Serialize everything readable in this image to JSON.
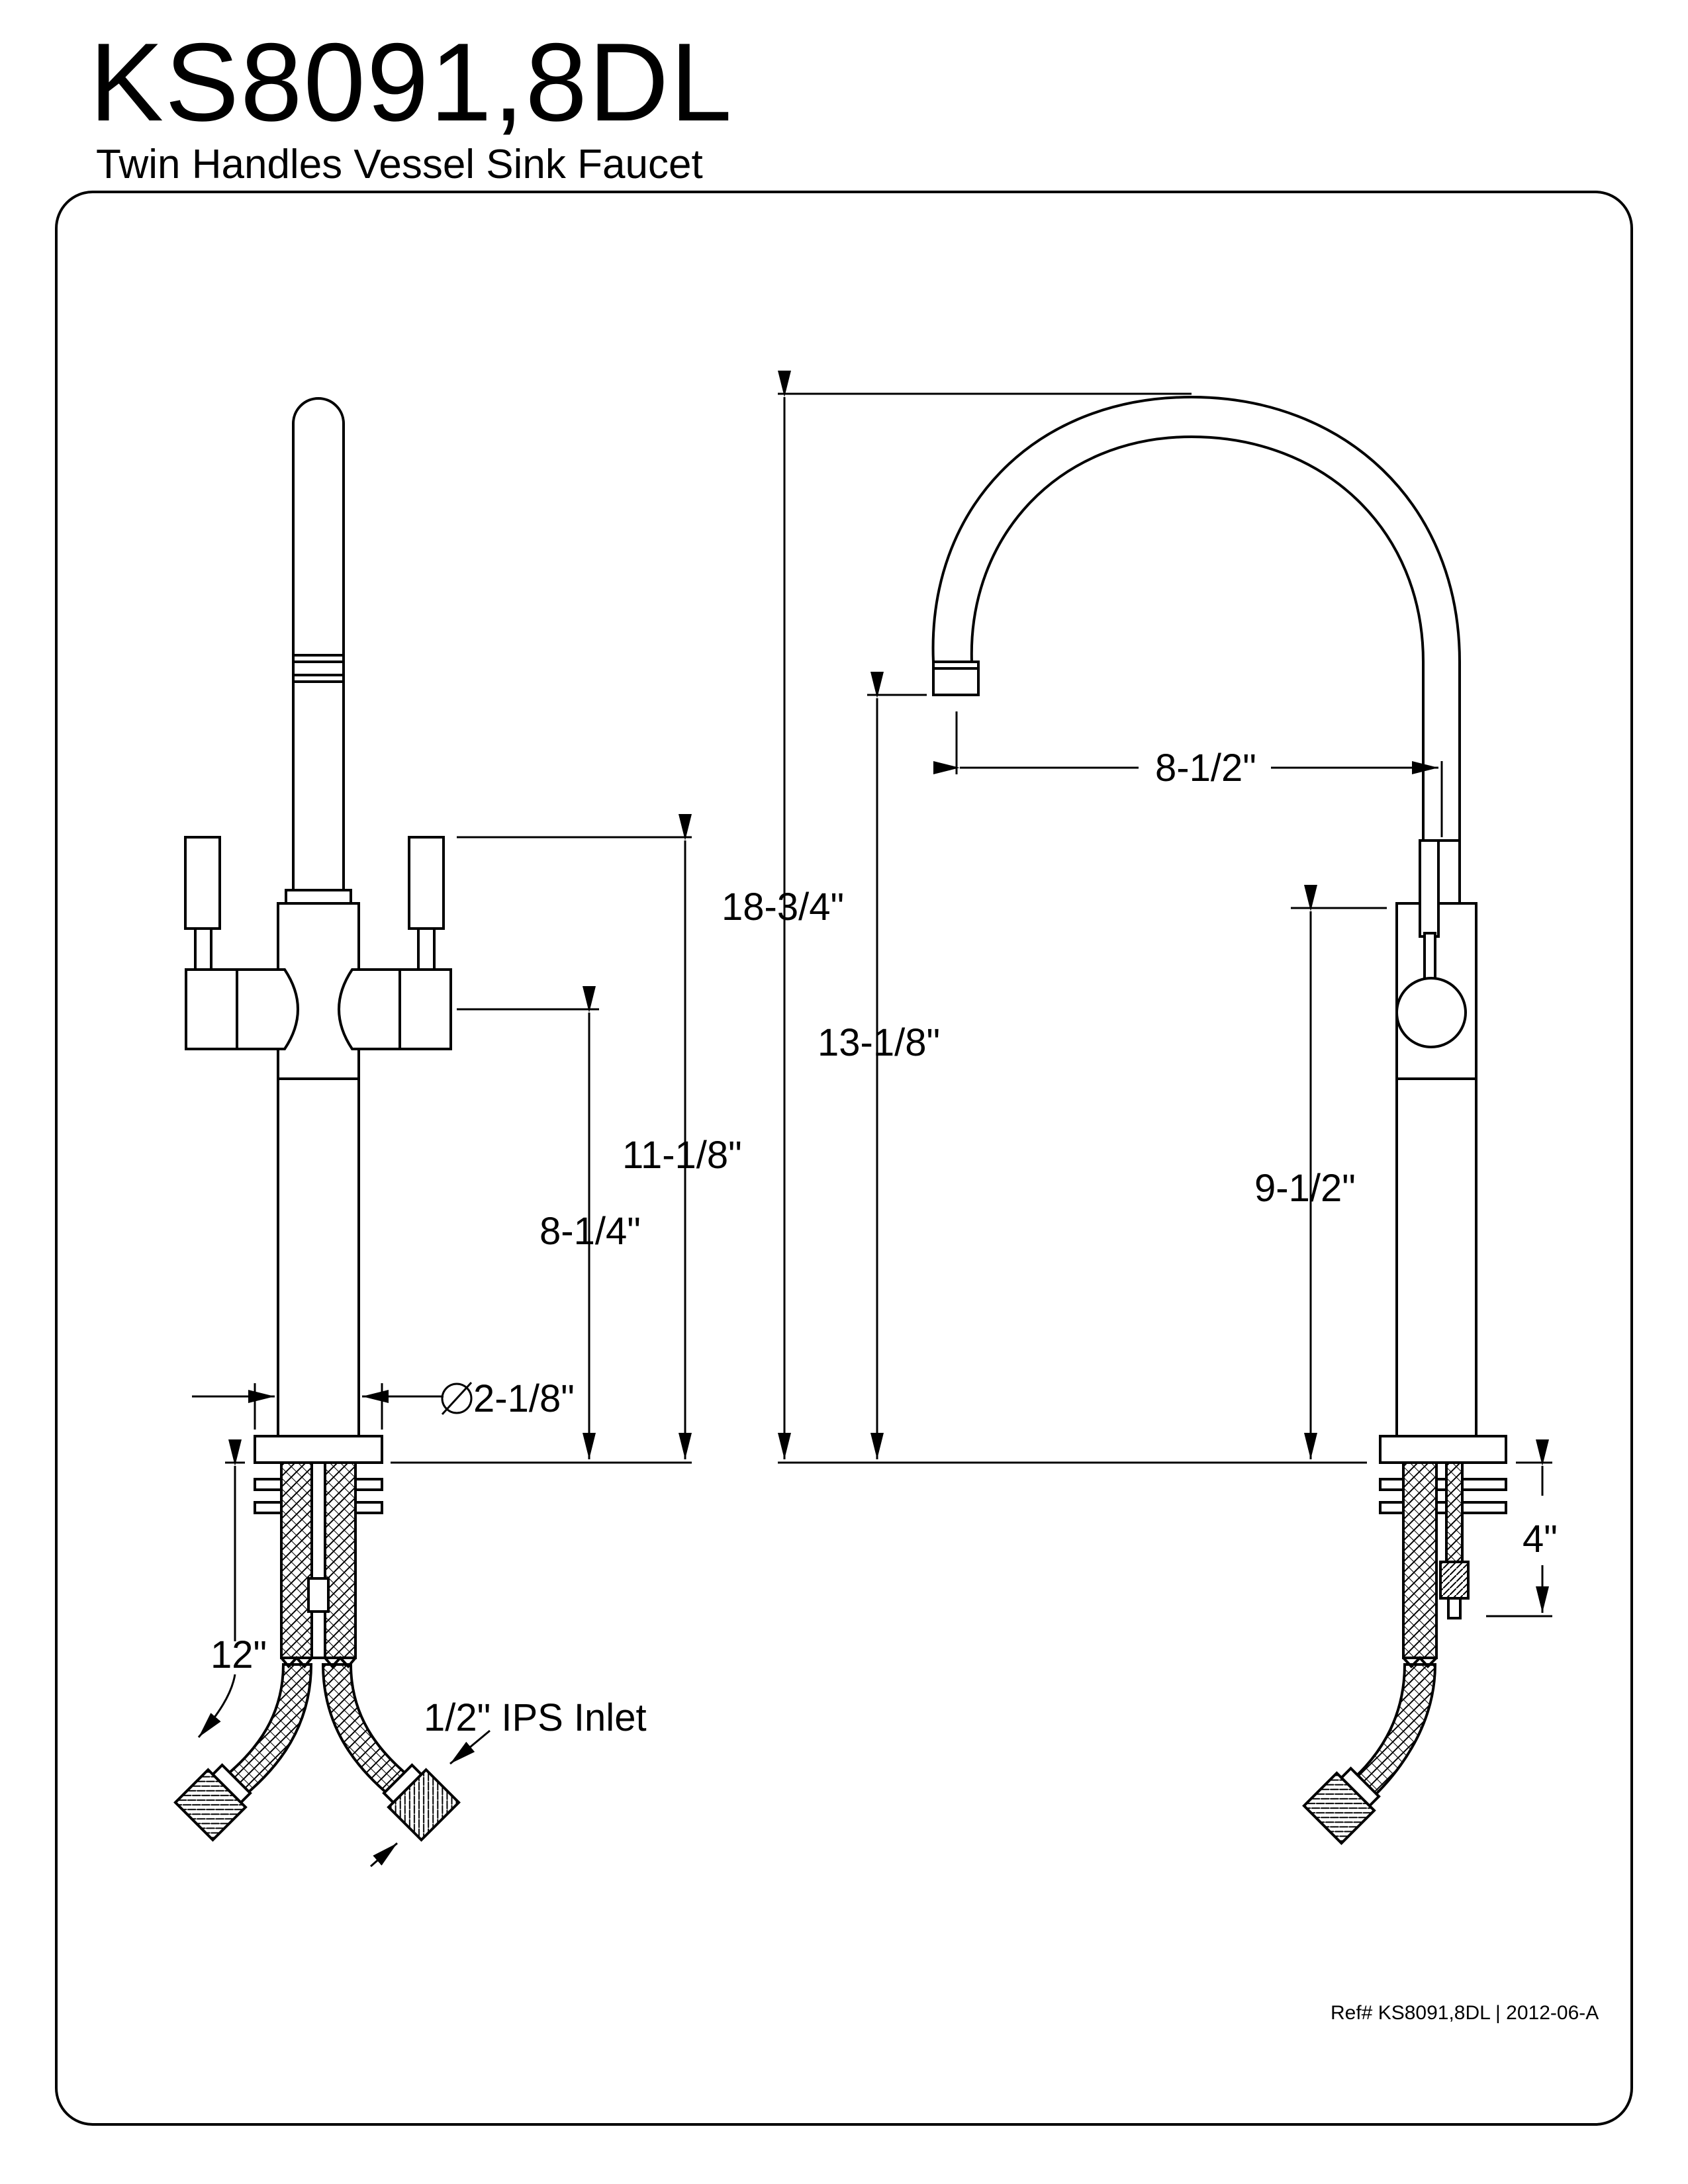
{
  "header": {
    "model": "KS8091,8DL",
    "subtitle": "Twin Handles Vessel Sink Faucet"
  },
  "dimensions": {
    "handle_top_height": "11-1/8\"",
    "handle_axis_height": "8-1/4\"",
    "base_diameter": "2-1/8\"",
    "hose_length": "12\"",
    "inlet": "1/2\" IPS Inlet",
    "overall_height": "18-3/4\"",
    "spout_outlet_height": "13-1/8\"",
    "spout_reach": "8-1/2\"",
    "body_height": "9-1/2\"",
    "shank_length": "4\""
  },
  "footer": {
    "ref": "Ref# KS8091,8DL | 2012-06-A"
  }
}
